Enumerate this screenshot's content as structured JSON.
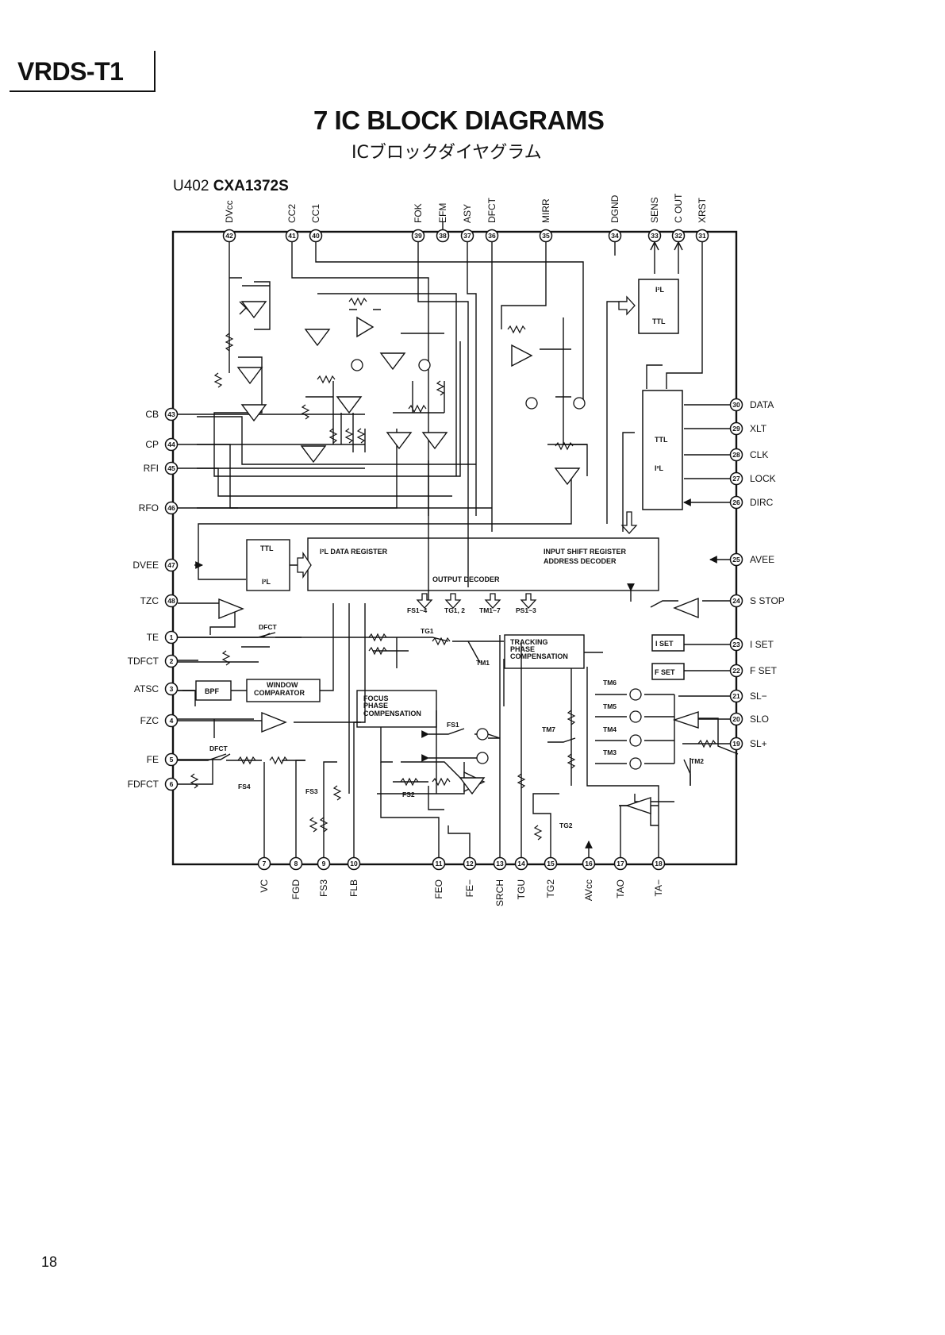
{
  "header": {
    "model": "VRDS-T1"
  },
  "title": "7  IC BLOCK DIAGRAMS",
  "subtitle": "ICブロックダイヤグラム",
  "ic": {
    "ref": "U402",
    "part": "CXA1372S"
  },
  "page_number": "18",
  "pins_top": [
    {
      "num": "42",
      "name": "DVcc"
    },
    {
      "num": "41",
      "name": "CC2"
    },
    {
      "num": "40",
      "name": "CC1"
    },
    {
      "num": "39",
      "name": "FOK"
    },
    {
      "num": "38",
      "name": "EFM"
    },
    {
      "num": "37",
      "name": "ASY"
    },
    {
      "num": "36",
      "name": "DFCT"
    },
    {
      "num": "35",
      "name": "MIRR"
    },
    {
      "num": "34",
      "name": "DGND"
    },
    {
      "num": "33",
      "name": "SENS"
    },
    {
      "num": "32",
      "name": "C OUT"
    },
    {
      "num": "31",
      "name": "XRST"
    }
  ],
  "pins_left": [
    {
      "num": "43",
      "name": "CB"
    },
    {
      "num": "44",
      "name": "CP"
    },
    {
      "num": "45",
      "name": "RFI"
    },
    {
      "num": "46",
      "name": "RFO"
    },
    {
      "num": "47",
      "name": "DVEE"
    },
    {
      "num": "48",
      "name": "TZC"
    },
    {
      "num": "1",
      "name": "TE"
    },
    {
      "num": "2",
      "name": "TDFCT"
    },
    {
      "num": "3",
      "name": "ATSC"
    },
    {
      "num": "4",
      "name": "FZC"
    },
    {
      "num": "5",
      "name": "FE"
    },
    {
      "num": "6",
      "name": "FDFCT"
    }
  ],
  "pins_right": [
    {
      "num": "30",
      "name": "DATA"
    },
    {
      "num": "29",
      "name": "XLT"
    },
    {
      "num": "28",
      "name": "CLK"
    },
    {
      "num": "27",
      "name": "LOCK"
    },
    {
      "num": "26",
      "name": "DIRC"
    },
    {
      "num": "25",
      "name": "AVEE"
    },
    {
      "num": "24",
      "name": "S STOP"
    },
    {
      "num": "23",
      "name": "I SET"
    },
    {
      "num": "22",
      "name": "F SET"
    },
    {
      "num": "21",
      "name": "SL−"
    },
    {
      "num": "20",
      "name": "SLO"
    },
    {
      "num": "19",
      "name": "SL+"
    }
  ],
  "pins_bottom": [
    {
      "num": "7",
      "name": "VC"
    },
    {
      "num": "8",
      "name": "FGD"
    },
    {
      "num": "9",
      "name": "FS3"
    },
    {
      "num": "10",
      "name": "FLB"
    },
    {
      "num": "11",
      "name": "FEO"
    },
    {
      "num": "12",
      "name": "FE−"
    },
    {
      "num": "13",
      "name": "SRCH"
    },
    {
      "num": "14",
      "name": "TGU"
    },
    {
      "num": "15",
      "name": "TG2"
    },
    {
      "num": "16",
      "name": "AVcc"
    },
    {
      "num": "17",
      "name": "TAO"
    },
    {
      "num": "18",
      "name": "TA−"
    }
  ],
  "blocks": {
    "ttl_top": {
      "line1": "I²L",
      "line2": "TTL"
    },
    "ttl_right": {
      "line1": "TTL",
      "line2": "I²L"
    },
    "ttl_left": {
      "line1": "TTL",
      "line2": "I²L"
    },
    "data_register": "I²L DATA REGISTER",
    "shift_register": "INPUT SHIFT REGISTER",
    "address_decoder": "ADDRESS DECODER",
    "output_decoder": "OUTPUT DECODER",
    "tracking_comp": [
      "TRACKING",
      "PHASE",
      "COMPENSATION"
    ],
    "focus_comp": [
      "FOCUS",
      "PHASE",
      "COMPENSATION"
    ],
    "bpf": "BPF",
    "window_comp": [
      "WINDOW",
      "COMPARATOR"
    ],
    "iset": "I SET",
    "fset": "F SET"
  },
  "decoder_outputs": [
    "FS1~4",
    "TG1, 2",
    "TM1~7",
    "PS1~3"
  ],
  "switches": {
    "dfct1": "DFCT",
    "dfct2": "DFCT",
    "tg1": "TG1",
    "tm1": "TM1",
    "tm2": "TM2",
    "tm3": "TM3",
    "tm4": "TM4",
    "tm5": "TM5",
    "tm6": "TM6",
    "tm7": "TM7",
    "fs1": "FS1",
    "fs2": "FS2",
    "fs3": "FS3",
    "fs4": "FS4",
    "tg2": "TG2"
  }
}
